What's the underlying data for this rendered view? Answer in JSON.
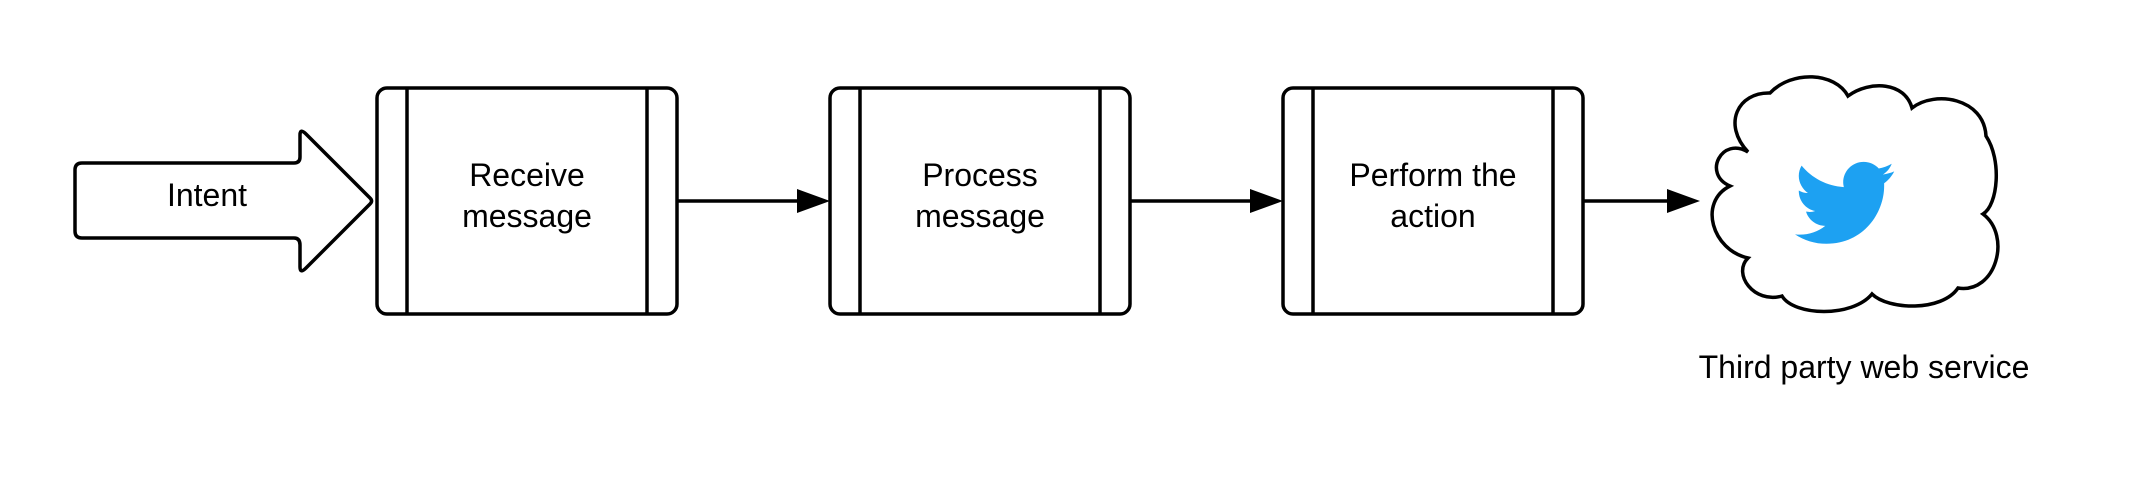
{
  "diagram": {
    "intent": {
      "label": "Intent"
    },
    "steps": [
      {
        "line1": "Receive",
        "line2": "message"
      },
      {
        "line1": "Process",
        "line2": "message"
      },
      {
        "line1": "Perform the",
        "line2": "action"
      }
    ],
    "service": {
      "label": "Third party web service",
      "icon": "twitter-bird-icon",
      "icon_color": "#1DA1F2"
    },
    "line_color": "#000000"
  }
}
